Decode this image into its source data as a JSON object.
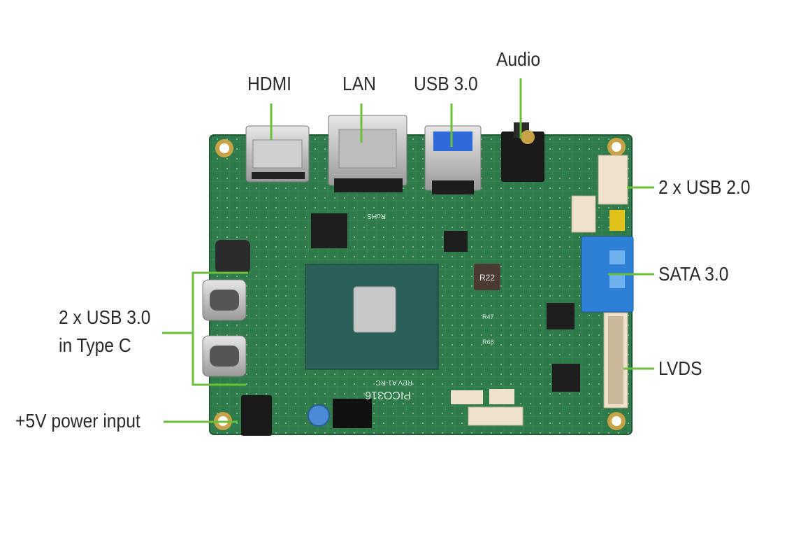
{
  "labels": {
    "hdmi": "HDMI",
    "lan": "LAN",
    "usb30": "USB 3.0",
    "audio": "Audio",
    "usb20": "2 x USB 2.0",
    "sata": "SATA 3.0",
    "lvds": "LVDS",
    "usbc_line1": "2 x USB 3.0",
    "usbc_line2": "in Type C",
    "power": "+5V power input"
  },
  "board_text": {
    "model": "PICO316",
    "rev": "REV.A1-RC",
    "rohs": "RoHS",
    "inductor": "R22",
    "r47": "R47",
    "r68": "R68"
  },
  "colors": {
    "pcb": "#2f7a4a",
    "leader": "#6cbf3a",
    "sata": "#2e7fd6",
    "text": "#2b2b2b"
  }
}
